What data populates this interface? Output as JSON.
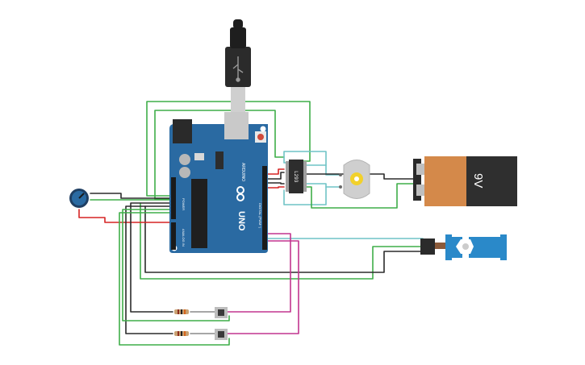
{
  "board": {
    "uno_label": "UNO",
    "arduino_label": "ARDUINO",
    "digital_label": "DIGITAL (PWM~)",
    "power_label": "POWER",
    "analog_label": "ANALOG IN"
  },
  "driver_ic": {
    "label": "L293"
  },
  "battery": {
    "label": "9V"
  },
  "colors": {
    "pcb": "#2a6aa2",
    "wire_green": "#3fae49",
    "wire_black": "#2b2b2b",
    "wire_red": "#d62424",
    "wire_magenta": "#c2358f",
    "wire_cyan": "#6fc3c6",
    "battery_body": "#d4894a",
    "battery_cap": "#2f2f2f",
    "servo_body": "#2a89c9"
  },
  "components": [
    {
      "name": "arduino-uno",
      "icon": "arduino-board"
    },
    {
      "name": "usb-cable",
      "icon": "usb-connector"
    },
    {
      "name": "potentiometer",
      "icon": "knob"
    },
    {
      "name": "l293-driver",
      "icon": "ic-chip"
    },
    {
      "name": "dc-motor",
      "icon": "motor"
    },
    {
      "name": "battery-9v",
      "icon": "battery"
    },
    {
      "name": "micro-servo",
      "icon": "servo"
    },
    {
      "name": "pushbutton-1",
      "icon": "button"
    },
    {
      "name": "pushbutton-2",
      "icon": "button"
    },
    {
      "name": "resistor-1",
      "icon": "resistor"
    },
    {
      "name": "resistor-2",
      "icon": "resistor"
    }
  ]
}
